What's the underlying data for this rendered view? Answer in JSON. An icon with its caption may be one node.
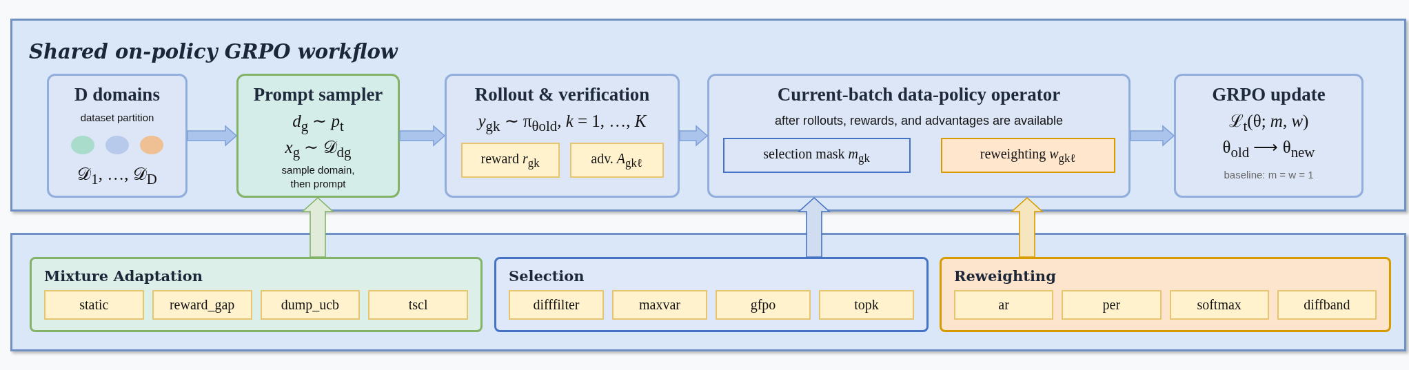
{
  "diagram": {
    "nodes": [
      {
        "text": [
          "Shared on-policy GRPO workflow"
        ]
      },
      {
        "text": [
          "D domains",
          "dataset partition",
          "𝒟$_{1}$, …, 𝒟$_{D}$"
        ],
        "in": 0
      },
      {
        "text": [
          "Prompt sampler",
          "*d*$_{g}$ ∼ *p*$_{t}$",
          "*x*$_{g}$ ∼ 𝒟$_{dg}$",
          "sample domain, then prompt"
        ],
        "in": 0
      },
      {
        "text": [
          "Rollout & verification",
          "*y*$_{gk}$ ∼ π$_{θold}$,  *k* = 1, …, *K*"
        ],
        "in": 0
      },
      {
        "text": [
          "reward *r*$_{gk}$"
        ],
        "in": 3
      },
      {
        "text": [
          "adv. *A*$_{gkℓ}$"
        ],
        "in": 3
      },
      {
        "text": [
          "Current-batch data-policy operator",
          "after rollouts, rewards, and advantages are available"
        ],
        "in": 0
      },
      {
        "text": [
          "selection mask *m*$_{gk}$"
        ],
        "in": 6
      },
      {
        "text": [
          "reweighting *w*$_{gkℓ}$"
        ],
        "in": 6
      },
      {
        "text": [
          "GRPO update",
          "ℒ$_{t}$(θ; *m*, *w*)",
          "θ$_{old}$ ⟶ θ$_{new}$",
          "baseline: m = w = 1"
        ],
        "in": 0
      },
      {
        "text": [],
        "shape": "box"
      },
      {
        "text": [
          "Mixture Adaptation"
        ],
        "in": 10
      },
      {
        "text": [
          "static"
        ],
        "in": 11
      },
      {
        "text": [
          "reward_gap"
        ],
        "in": 11
      },
      {
        "text": [
          "dump_ucb"
        ],
        "in": 11
      },
      {
        "text": [
          "tscl"
        ],
        "in": 11
      },
      {
        "text": [
          "Selection"
        ],
        "in": 10
      },
      {
        "text": [
          "difffilter"
        ],
        "in": 16
      },
      {
        "text": [
          "maxvar"
        ],
        "in": 16
      },
      {
        "text": [
          "gfpo"
        ],
        "in": 16
      },
      {
        "text": [
          "topk"
        ],
        "in": 16
      },
      {
        "text": [
          "Reweighting"
        ],
        "in": 10
      },
      {
        "text": [
          "ar"
        ],
        "in": 21
      },
      {
        "text": [
          "per"
        ],
        "in": 21
      },
      {
        "text": [
          "softmax"
        ],
        "in": 21
      },
      {
        "text": [
          "diffband"
        ],
        "in": 21
      }
    ],
    "edges": [
      {
        "from": 1,
        "to": 2,
        "arrow": "to"
      },
      {
        "from": 2,
        "to": 3,
        "arrow": "to"
      },
      {
        "from": 3,
        "to": 6,
        "arrow": "to"
      },
      {
        "from": 6,
        "to": 9,
        "arrow": "to"
      },
      {
        "from": 11,
        "to": 2,
        "arrow": "to",
        "color": "#82b366"
      },
      {
        "from": 16,
        "to": 6,
        "arrow": "to",
        "color": "#4472c4"
      },
      {
        "from": 21,
        "to": 6,
        "arrow": "to",
        "color": "#d79b00"
      }
    ]
  }
}
